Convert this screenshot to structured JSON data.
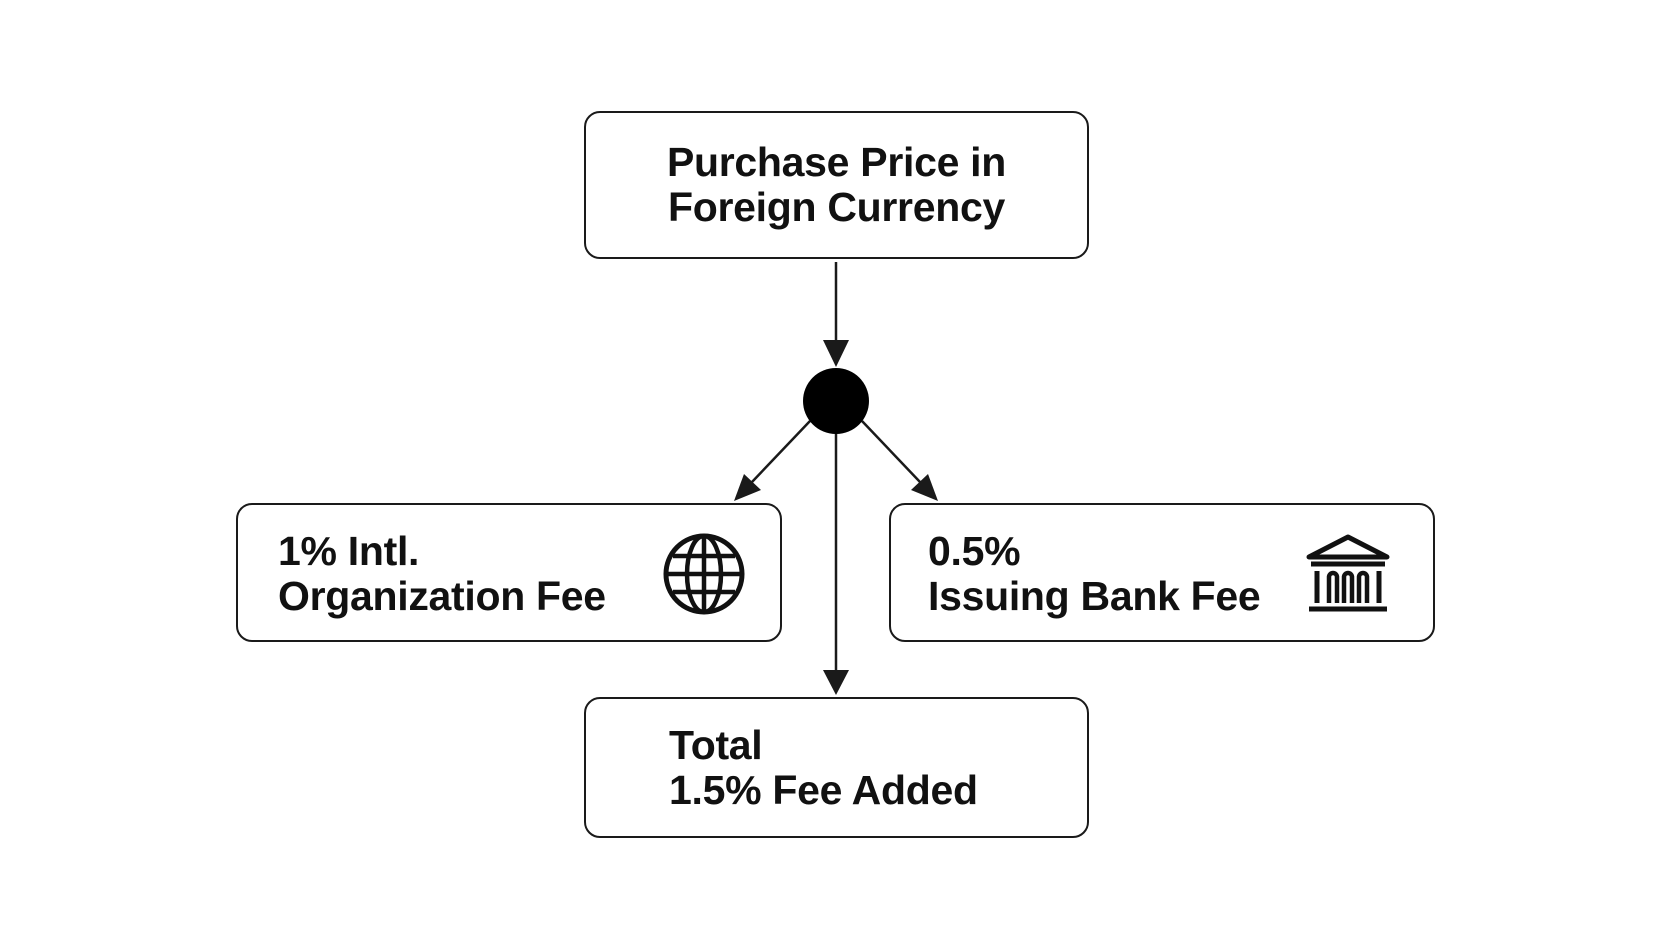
{
  "diagram": {
    "nodes": {
      "price": {
        "line1": "Purchase Price in",
        "line2": "Foreign Currency"
      },
      "intl_fee": {
        "line1": "1% Intl.",
        "line2": "Organization Fee",
        "icon": "globe-icon"
      },
      "bank_fee": {
        "line1": "0.5%",
        "line2": "Issuing Bank Fee",
        "icon": "bank-icon"
      },
      "total": {
        "line1": "Total",
        "line2": "1.5% Fee Added"
      }
    },
    "edges": [
      {
        "from": "price",
        "to": "split-point"
      },
      {
        "from": "split-point",
        "to": "intl_fee"
      },
      {
        "from": "split-point",
        "to": "bank_fee"
      },
      {
        "from": "split-point",
        "to": "total"
      }
    ],
    "colors": {
      "stroke": "#1a1a1a",
      "background": "#ffffff",
      "text": "#111111"
    }
  }
}
